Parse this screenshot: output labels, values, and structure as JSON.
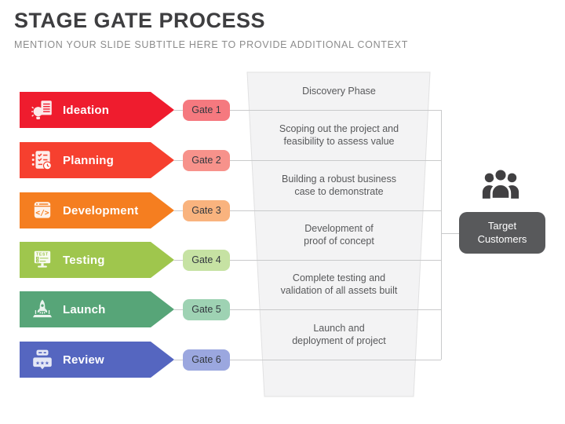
{
  "header": {
    "title": "STAGE GATE PROCESS",
    "subtitle": "MENTION YOUR SLIDE SUBTITLE HERE TO PROVIDE ADDITIONAL CONTEXT"
  },
  "stages": [
    {
      "label": "Ideation",
      "color": "#EF1C2E",
      "icon": "idea-bulb-document-icon"
    },
    {
      "label": "Planning",
      "color": "#F6402F",
      "icon": "checklist-clock-icon"
    },
    {
      "label": "Development",
      "color": "#F57E20",
      "icon": "code-window-icon"
    },
    {
      "label": "Testing",
      "color": "#9FC64D",
      "icon": "test-monitor-icon"
    },
    {
      "label": "Launch",
      "color": "#57A578",
      "icon": "rocket-laptop-icon"
    },
    {
      "label": "Review",
      "color": "#5566C0",
      "icon": "review-stars-icon"
    }
  ],
  "gates": [
    {
      "label": "Gate 1",
      "color": "#F5797F"
    },
    {
      "label": "Gate 2",
      "color": "#F7928B"
    },
    {
      "label": "Gate 3",
      "color": "#F9B37E"
    },
    {
      "label": "Gate 4",
      "color": "#C6E2A3"
    },
    {
      "label": "Gate 5",
      "color": "#9ED2B3"
    },
    {
      "label": "Gate 6",
      "color": "#9BA7DF"
    }
  ],
  "funnel": {
    "fill": "#F3F3F4",
    "sections": [
      {
        "text": "Discovery Phase"
      },
      {
        "text": "Scoping out the project and\nfeasibility to assess value"
      },
      {
        "text": "Building a robust business\ncase to demonstrate"
      },
      {
        "text": "Development of\nproof of concept"
      },
      {
        "text": "Complete testing and\nvalidation of all assets built"
      },
      {
        "text": "Launch and\ndeployment of project"
      }
    ]
  },
  "target": {
    "label": "Target\nCustomers",
    "color": "#58595B"
  }
}
